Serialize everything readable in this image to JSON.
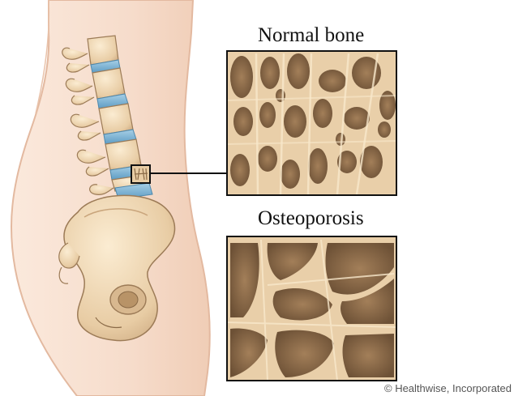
{
  "labels": {
    "normal_bone": "Normal bone",
    "osteoporosis": "Osteoporosis"
  },
  "credit": "© Healthwise, Incorporated",
  "colors": {
    "skin": "#f6dccb",
    "skin_outline": "#e3b9a0",
    "bone": "#efd7b4",
    "bone_shadow": "#c9a57c",
    "bone_outline": "#9c7b57",
    "disc": "#7fb6d6",
    "marrow_dark": "#8a6a47",
    "marrow_mid": "#b5916a",
    "frame": "#111111"
  },
  "icons": [
    "spine-illustration",
    "pelvis-illustration",
    "magnifier-box",
    "callout-line"
  ]
}
